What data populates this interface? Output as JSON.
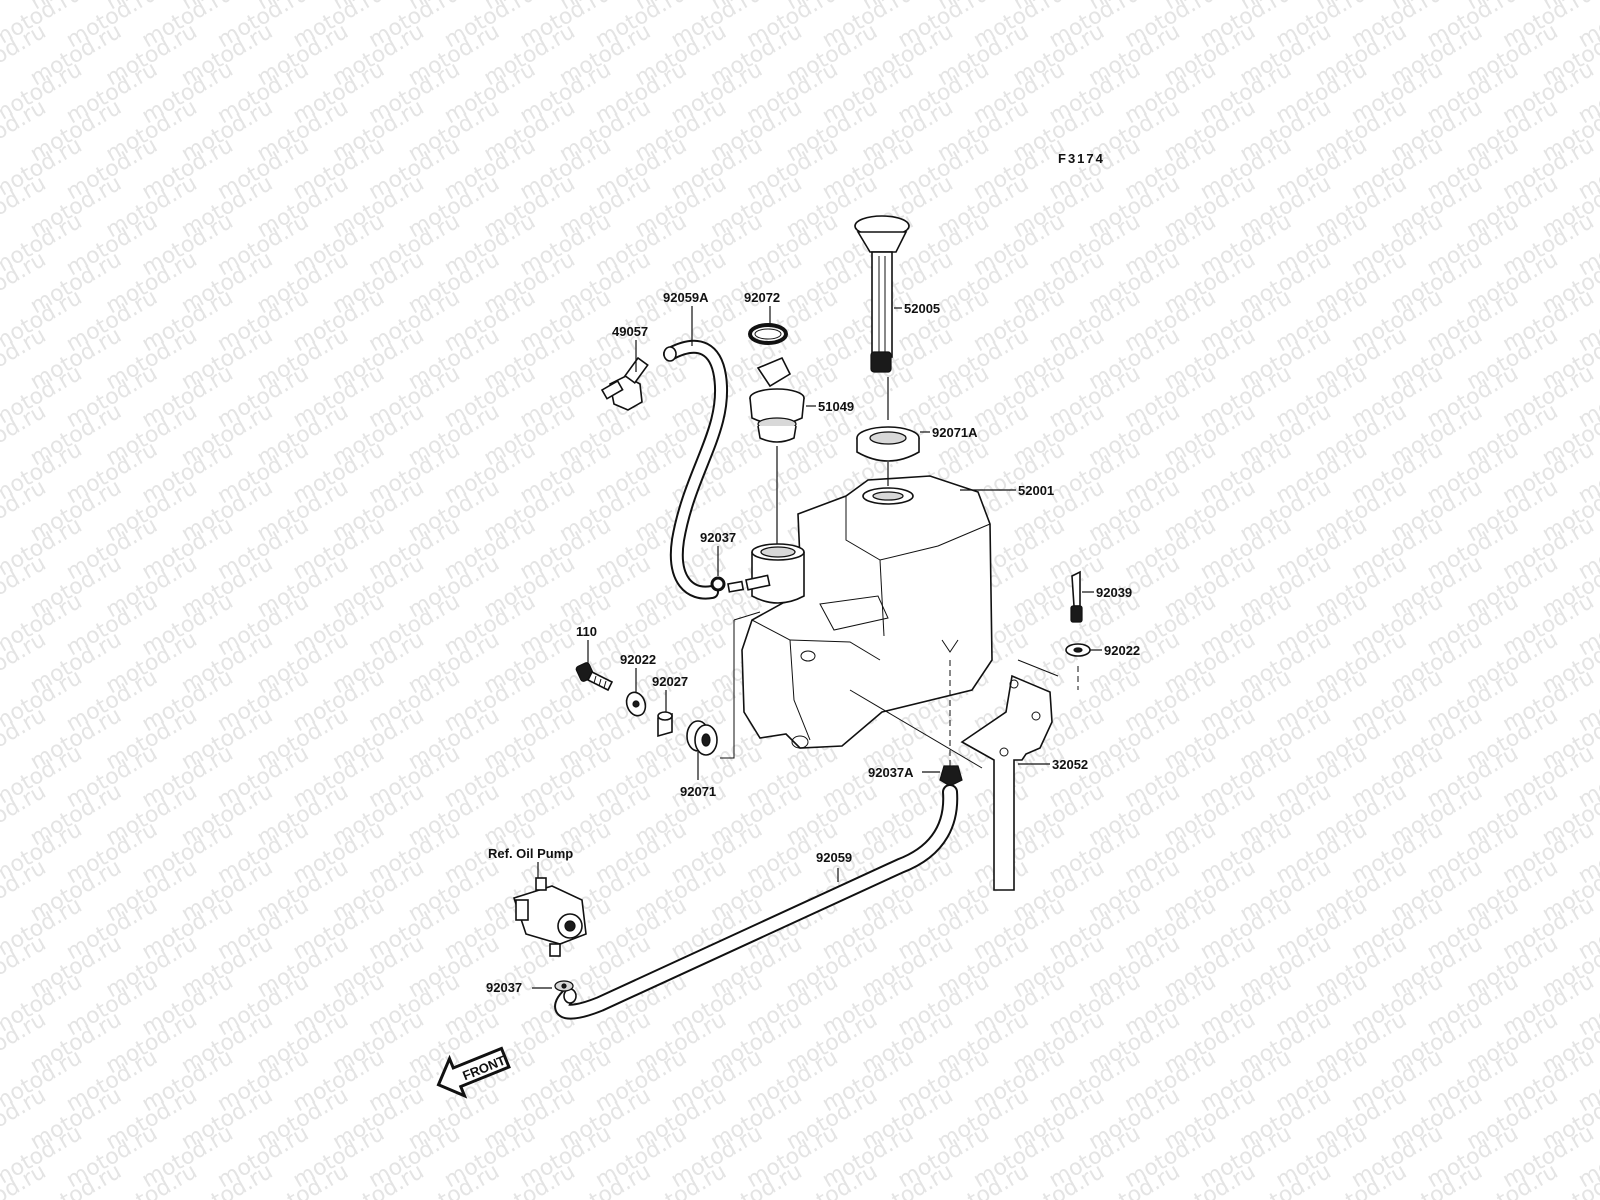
{
  "watermark": "motod.ru",
  "figure_code": "F3174",
  "front_label": "FRONT",
  "reference_label": "Ref. Oil Pump",
  "part_numbers": [
    "92059A",
    "92072",
    "49057",
    "52005",
    "51049",
    "92071A",
    "52001",
    "92037",
    "92039",
    "110",
    "92022",
    "92027",
    "92022",
    "92071",
    "92037A",
    "32052",
    "92059",
    "92037"
  ]
}
